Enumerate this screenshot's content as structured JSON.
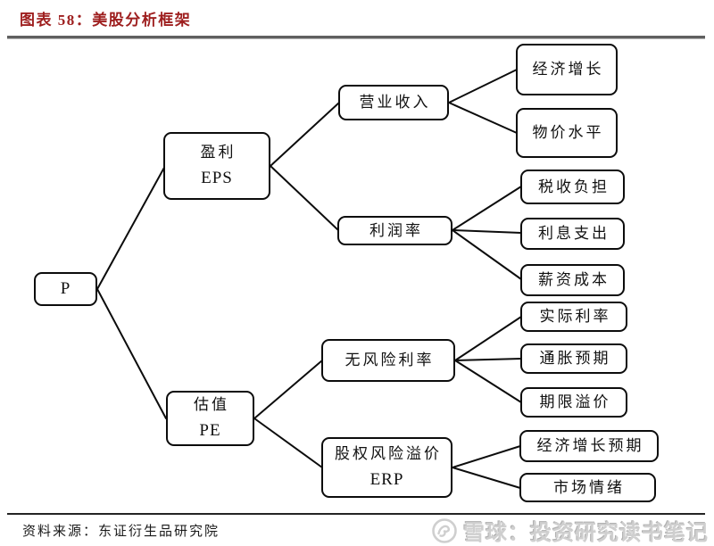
{
  "header": {
    "title": "图表 58：美股分析框架"
  },
  "diagram": {
    "nodes": {
      "p": {
        "label": "P"
      },
      "profit": {
        "line1": "盈利",
        "line2": "EPS"
      },
      "revenue": {
        "label": "营业收入"
      },
      "margin": {
        "label": "利润率"
      },
      "economic_growth": {
        "label": "经济增长"
      },
      "price_level": {
        "label": "物价水平"
      },
      "tax_burden": {
        "label": "税收负担"
      },
      "interest_expense": {
        "label": "利息支出"
      },
      "wage_cost": {
        "label": "薪资成本"
      },
      "valuation": {
        "line1": "估值",
        "line2": "PE"
      },
      "risk_free_rate": {
        "label": "无风险利率"
      },
      "real_rate": {
        "label": "实际利率"
      },
      "inflation_expectation": {
        "label": "通胀预期"
      },
      "term_premium": {
        "label": "期限溢价"
      },
      "erp": {
        "line1": "股权风险溢价",
        "line2": "ERP"
      },
      "growth_expectation": {
        "label": "经济增长预期"
      },
      "market_sentiment": {
        "label": "市场情绪"
      }
    },
    "edges": [
      [
        "p",
        "profit"
      ],
      [
        "p",
        "valuation"
      ],
      [
        "profit",
        "revenue"
      ],
      [
        "profit",
        "margin"
      ],
      [
        "revenue",
        "economic_growth"
      ],
      [
        "revenue",
        "price_level"
      ],
      [
        "margin",
        "tax_burden"
      ],
      [
        "margin",
        "interest_expense"
      ],
      [
        "margin",
        "wage_cost"
      ],
      [
        "valuation",
        "risk_free_rate"
      ],
      [
        "valuation",
        "erp"
      ],
      [
        "risk_free_rate",
        "real_rate"
      ],
      [
        "risk_free_rate",
        "inflation_expectation"
      ],
      [
        "risk_free_rate",
        "term_premium"
      ],
      [
        "erp",
        "growth_expectation"
      ],
      [
        "erp",
        "market_sentiment"
      ]
    ]
  },
  "footer": {
    "source": "资料来源：东证衍生品研究院",
    "watermark": "雪球：投资研究读书笔记"
  },
  "colors": {
    "title_red": "#9e1f1f",
    "rule_top_gray": "#606060",
    "rule_bottom_black": "#242424",
    "node_border": "#0c0c0c",
    "watermark_gray": "#cfcfcf"
  }
}
